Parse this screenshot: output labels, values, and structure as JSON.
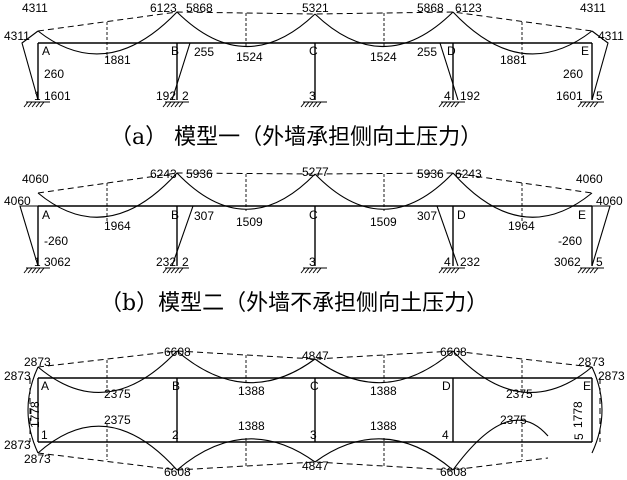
{
  "panels": [
    {
      "id": "a",
      "caption": "（a） 模型一（外墙承担侧向土压力）",
      "nodes": [
        "A",
        "B",
        "C",
        "D",
        "E"
      ],
      "bases": [
        "1",
        "2",
        "3",
        "4",
        "5"
      ],
      "support_moments": [
        "4311",
        "6123",
        "5868",
        "5321",
        "5868",
        "6123",
        "4311"
      ],
      "end_moments": [
        "4311",
        "4311"
      ],
      "span_moments": [
        "1881",
        "1524",
        "1524",
        "1881"
      ],
      "column_moments": [
        "260",
        "255",
        "255",
        "260"
      ],
      "base_moments": [
        "1601",
        "192",
        "192",
        "1601"
      ]
    },
    {
      "id": "b",
      "caption": "（b）模型二（外墙不承担侧向土压力）",
      "nodes": [
        "A",
        "B",
        "C",
        "D",
        "E"
      ],
      "bases": [
        "1",
        "2",
        "3",
        "4",
        "5"
      ],
      "support_moments": [
        "4060",
        "6243",
        "5936",
        "5277",
        "5936",
        "6243",
        "4060"
      ],
      "end_moments": [
        "4060",
        "4060"
      ],
      "span_moments": [
        "1964",
        "1509",
        "1509",
        "1964"
      ],
      "column_moments": [
        "-260",
        "307",
        "307",
        "-260"
      ],
      "base_moments": [
        "3062",
        "232",
        "232",
        "3062"
      ]
    },
    {
      "id": "c",
      "nodes": [
        "A",
        "B",
        "C",
        "D",
        "E"
      ],
      "bases": [
        "1",
        "2",
        "3",
        "4",
        "5"
      ],
      "top_moments": [
        "2873",
        "6608",
        "4847",
        "6608",
        "2873"
      ],
      "top_end_left": "2873",
      "top_end_right": "2873",
      "top_spans": [
        "2375",
        "1388",
        "1388",
        "2375"
      ],
      "bottom_moments": [
        "2873",
        "6608",
        "4847",
        "6608"
      ],
      "bottom_end_left": "2873",
      "bottom_spans": [
        "2375",
        "1388",
        "1388",
        "2375"
      ],
      "wall_moments": [
        "1778",
        "1778"
      ]
    }
  ]
}
